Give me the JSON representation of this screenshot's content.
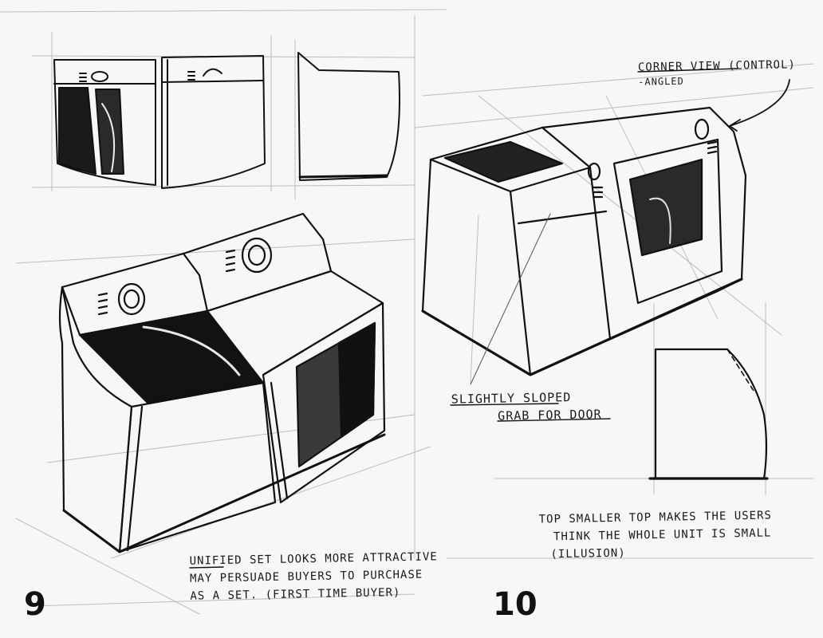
{
  "page_numbers": {
    "left": "9",
    "right": "10"
  },
  "annotations": {
    "corner_view": {
      "line1": "CORNER VIEW (CONTROL)",
      "line2": "-ANGLED"
    },
    "door_grab": {
      "line1": "SLIGHTLY SLOPED",
      "line2": "GRAB FOR DOOR"
    },
    "unified_set": {
      "line1": "UNIFIED SET LOOKS MORE ATTRACTIVE",
      "line2": "MAY PERSUADE BUYERS TO PURCHASE",
      "line3": "AS A SET. (FIRST TIME BUYER)"
    },
    "top_smaller": {
      "line1": "TOP SMALLER TOP MAKES THE USERS",
      "line2": "THINK THE WHOLE UNIT IS SMALL",
      "line3": "(ILLUSION)"
    }
  },
  "colors": {
    "ink": "#111111",
    "paper": "#f7f7f5",
    "pencil": "#b8b8b8",
    "shade": "#1a1a1a"
  }
}
